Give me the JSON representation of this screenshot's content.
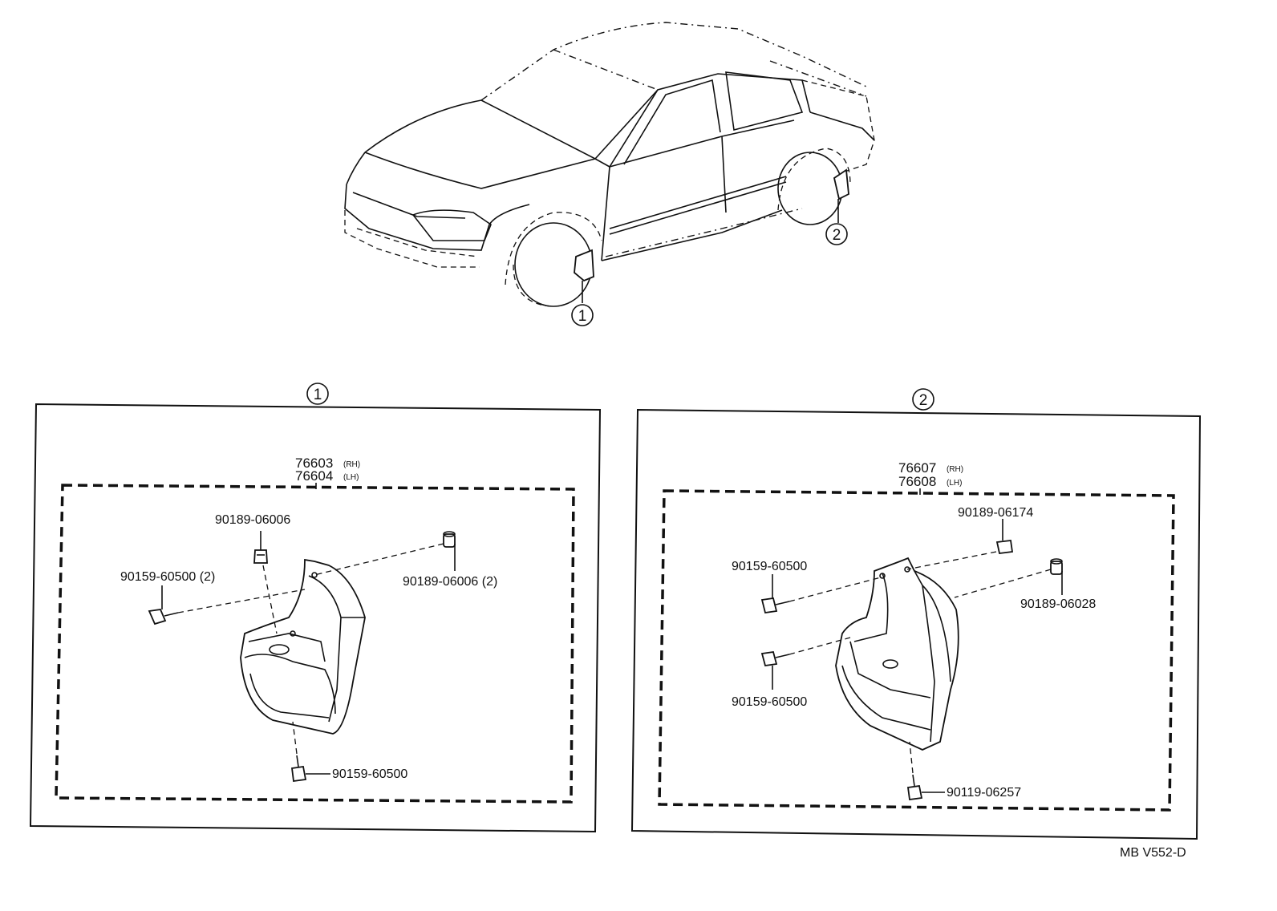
{
  "callouts": {
    "one": "1",
    "two": "2"
  },
  "panel_1": {
    "part_rh": "76603",
    "part_rh_side": "(RH)",
    "part_lh": "76604",
    "part_lh_side": "(LH)",
    "clip_top": "90189-06006",
    "screw_left": "90159-60500 (2)",
    "clip_right": "90189-06006 (2)",
    "screw_bottom": "90159-60500"
  },
  "panel_2": {
    "part_rh": "76607",
    "part_rh_side": "(RH)",
    "part_lh": "76608",
    "part_lh_side": "(LH)",
    "clip_top": "90189-06174",
    "screw_upper": "90159-60500",
    "clip_right": "90189-06028",
    "screw_lower": "90159-60500",
    "screw_bottom": "90119-06257"
  },
  "diagram_code": "MB V552-D"
}
